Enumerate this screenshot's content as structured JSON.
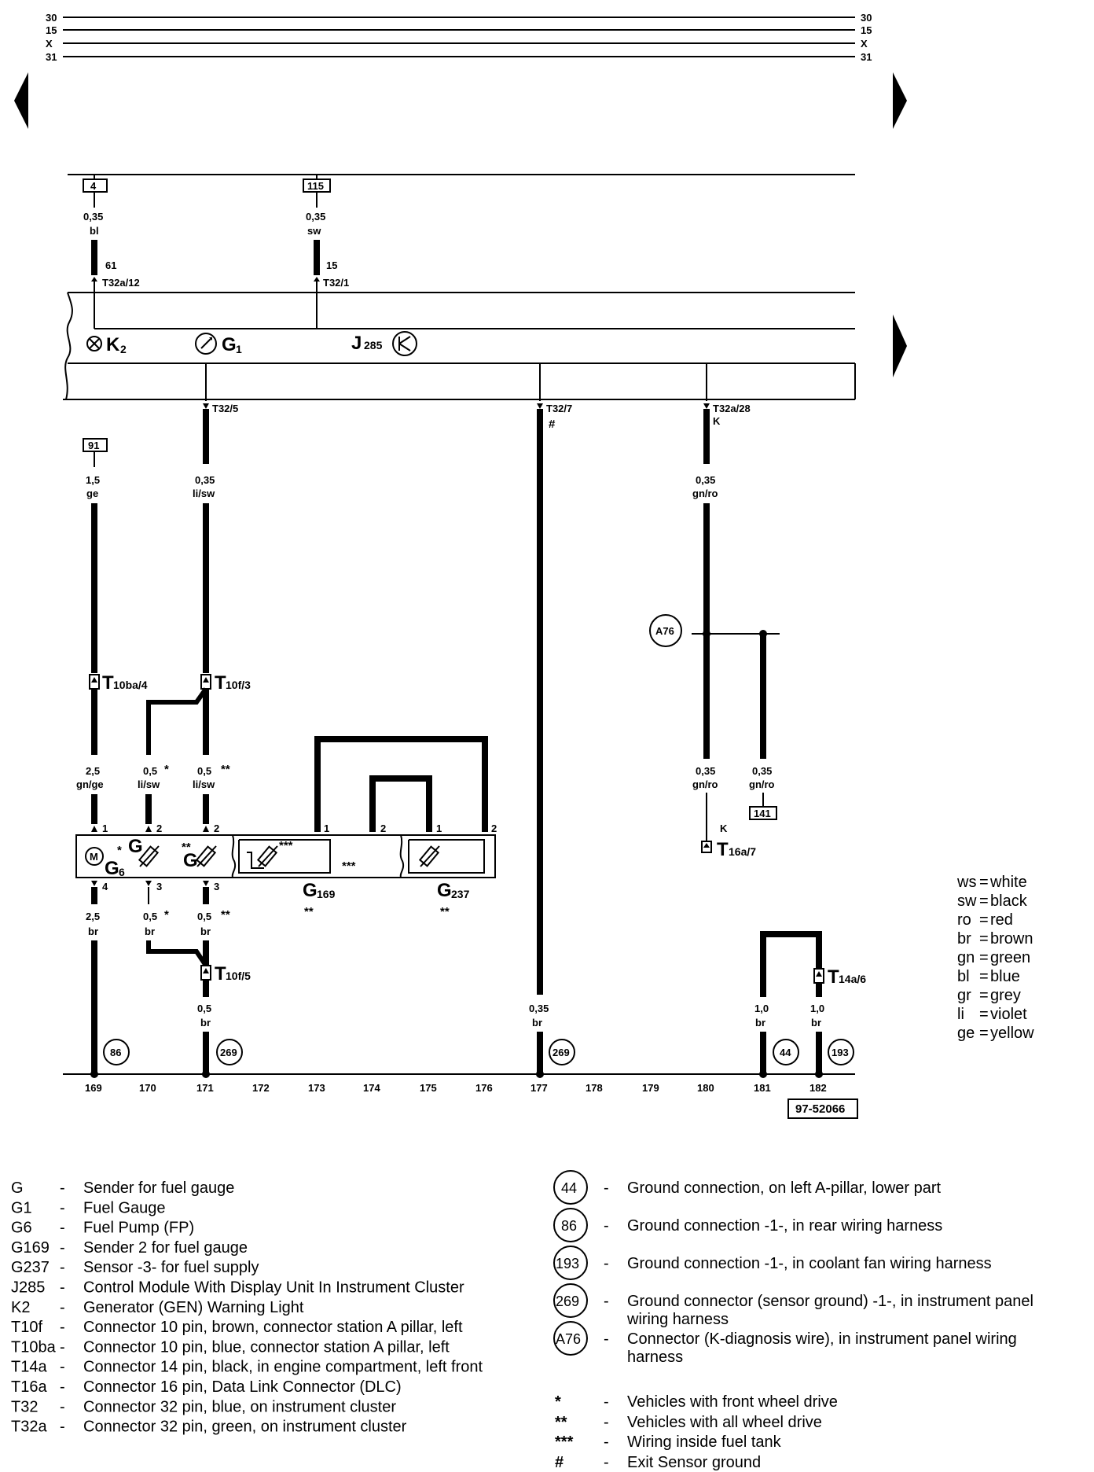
{
  "bus_lines": [
    {
      "label": "30"
    },
    {
      "label": "15"
    },
    {
      "label": "X"
    },
    {
      "label": "31"
    }
  ],
  "ref_boxes": {
    "b4": "4",
    "b115": "115",
    "b91": "91",
    "b141": "141"
  },
  "wires": {
    "w_k2": {
      "size": "0,35",
      "color": "bl",
      "pin": "61",
      "conn": "T32a/12"
    },
    "w_j285": {
      "size": "0,35",
      "color": "sw",
      "pin": "15",
      "conn": "T32/1"
    },
    "w_g6_top": {
      "size": "1,5",
      "color": "ge"
    },
    "w_g1": {
      "size": "0,35",
      "color": "li/sw",
      "conn": "T32/5"
    },
    "w_177": {
      "conn": "T32/7",
      "mark": "#",
      "size": "0,35",
      "color": "br"
    },
    "w_180": {
      "conn": "T32a/28",
      "mark": "K",
      "size": "0,35",
      "color": "gn/ro"
    },
    "w_180b": {
      "size": "0,35",
      "color": "gn/ro",
      "mark": "K"
    },
    "w_181b": {
      "size": "0,35",
      "color": "gn/ro"
    },
    "w_169_mid": {
      "size": "2,5",
      "color": "gn/ge"
    },
    "w_170_mid": {
      "size": "0,5",
      "mark": "*",
      "color": "li/sw"
    },
    "w_171_mid": {
      "size": "0,5",
      "mark": "**",
      "color": "li/sw"
    },
    "w_169_bot": {
      "size": "2,5",
      "color": "br"
    },
    "w_170_bot": {
      "size": "0,5",
      "mark": "*",
      "color": "br"
    },
    "w_171_bot": {
      "size": "0,5",
      "mark": "**",
      "color": "br"
    },
    "w_171_low": {
      "size": "0,5",
      "color": "br"
    },
    "w_181": {
      "size": "1,0",
      "color": "br"
    },
    "w_182": {
      "size": "1,0",
      "color": "br"
    }
  },
  "connectors": {
    "T10ba4": {
      "main": "T",
      "sub": "10ba/4"
    },
    "T10f3": {
      "main": "T",
      "sub": "10f/3"
    },
    "T10f5": {
      "main": "T",
      "sub": "10f/5"
    },
    "T16a7": {
      "main": "T",
      "sub": "16a/7"
    },
    "T14a6": {
      "main": "T",
      "sub": "14a/6"
    }
  },
  "components": {
    "K2": {
      "main": "K",
      "sub": "2"
    },
    "G1": {
      "main": "G",
      "sub": "1"
    },
    "J285": {
      "main": "J",
      "sub": "285"
    },
    "G6": {
      "main": "G",
      "sub": "6",
      "pump": "M"
    },
    "G": {
      "main": "G",
      "mark": "*"
    },
    "G_awd": {
      "main": "G",
      "mark": "**"
    },
    "G169": {
      "main": "G",
      "sub": "169",
      "mark": "**"
    },
    "G237": {
      "main": "G",
      "sub": "237",
      "mark": "**"
    },
    "inside_tank_mark": "***"
  },
  "pins": {
    "p1": "1",
    "p2": "2",
    "p3": "3",
    "p4": "4"
  },
  "grounds": {
    "g86": "86",
    "g269": "269",
    "g44": "44",
    "g193": "193",
    "a76": "A76"
  },
  "columns": [
    "169",
    "170",
    "171",
    "172",
    "173",
    "174",
    "175",
    "176",
    "177",
    "178",
    "179",
    "180",
    "181",
    "182"
  ],
  "diagram_id": "97-52066",
  "color_codes": [
    {
      "code": "ws",
      "name": "white"
    },
    {
      "code": "sw",
      "name": "black"
    },
    {
      "code": "ro",
      "name": "red"
    },
    {
      "code": "br",
      "name": "brown"
    },
    {
      "code": "gn",
      "name": "green"
    },
    {
      "code": "bl",
      "name": "blue"
    },
    {
      "code": "gr",
      "name": "grey"
    },
    {
      "code": "li",
      "name": "violet"
    },
    {
      "code": "ge",
      "name": "yellow"
    }
  ],
  "legend_left": [
    {
      "code": "G",
      "desc": "Sender for fuel gauge"
    },
    {
      "code": "G1",
      "desc": "Fuel Gauge"
    },
    {
      "code": "G6",
      "desc": "Fuel Pump (FP)"
    },
    {
      "code": "G169",
      "desc": "Sender 2 for fuel gauge"
    },
    {
      "code": "G237",
      "desc": "Sensor -3- for fuel supply"
    },
    {
      "code": "J285",
      "desc": "Control Module With Display Unit In  Instrument Cluster"
    },
    {
      "code": "K2",
      "desc": "Generator (GEN) Warning Light"
    },
    {
      "code": "T10f",
      "desc": "Connector 10 pin, brown, connector station A pillar, left"
    },
    {
      "code": "T10ba",
      "desc": "Connector 10 pin, blue, connector station A pillar, left"
    },
    {
      "code": "T14a",
      "desc": "Connector 14 pin, black, in engine compartment, left front"
    },
    {
      "code": "T16a",
      "desc": "Connector 16 pin, Data Link Connector (DLC)"
    },
    {
      "code": "T32",
      "desc": "Connector 32 pin, blue, on  instrument cluster"
    },
    {
      "code": "T32a",
      "desc": "Connector 32 pin, green, on  instrument cluster"
    }
  ],
  "legend_right": [
    {
      "code": "44",
      "line1": "Ground connection, on left A-pillar, lower part",
      "line2": ""
    },
    {
      "code": "86",
      "line1": "Ground connection -1-, in rear wiring harness",
      "line2": ""
    },
    {
      "code": "193",
      "line1": "Ground connection -1-, in coolant fan wiring harness",
      "line2": ""
    },
    {
      "code": "269",
      "line1": "Ground connector (sensor ground) -1-, in instrument panel",
      "line2": "wiring harness"
    },
    {
      "code": "A76",
      "line1": "Connector (K-diagnosis wire), in instrument panel wiring",
      "line2": "harness"
    }
  ],
  "footnotes": [
    {
      "sym": "*",
      "desc": "Vehicles with front wheel drive"
    },
    {
      "sym": "**",
      "desc": "Vehicles with all wheel drive"
    },
    {
      "sym": "***",
      "desc": "Wiring inside fuel tank"
    },
    {
      "sym": "#",
      "desc": "Exit Sensor ground"
    }
  ],
  "dash": "-"
}
